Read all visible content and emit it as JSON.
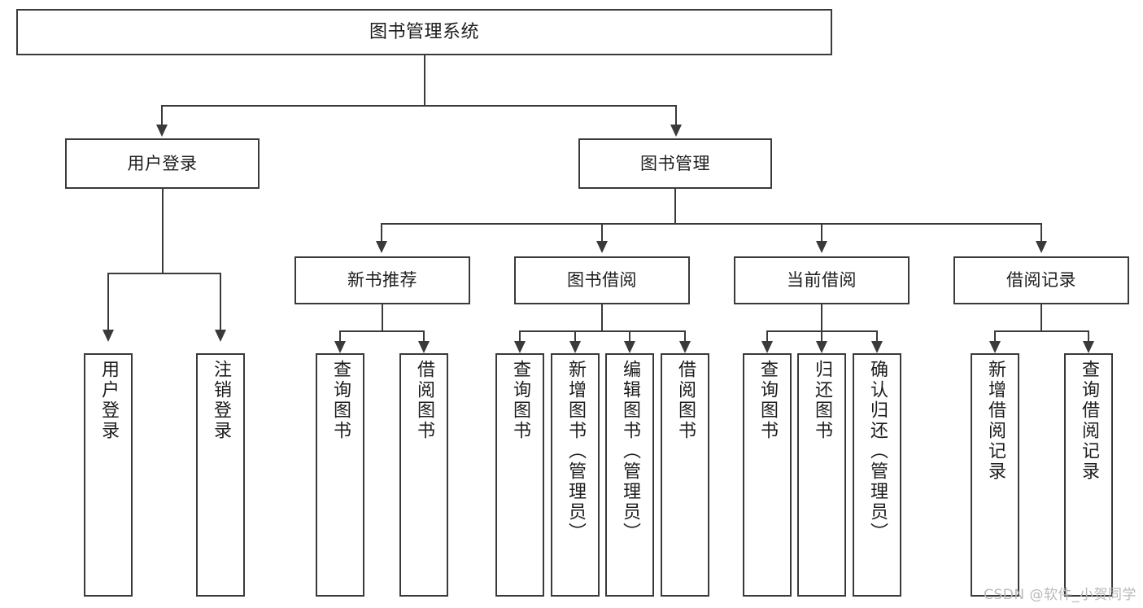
{
  "diagram": {
    "title": "图书管理系统",
    "type": "tree-hierarchy-diagram",
    "root": {
      "id": "root",
      "label": "图书管理系统"
    },
    "level1": [
      {
        "id": "user-login",
        "label": "用户登录"
      },
      {
        "id": "book-management",
        "label": "图书管理"
      }
    ],
    "level2": [
      {
        "id": "new-book-recommend",
        "label": "新书推荐",
        "parent": "book-management"
      },
      {
        "id": "book-borrow",
        "label": "图书借阅",
        "parent": "book-management"
      },
      {
        "id": "current-borrow",
        "label": "当前借阅",
        "parent": "book-management"
      },
      {
        "id": "borrow-record",
        "label": "借阅记录",
        "parent": "book-management"
      }
    ],
    "leaves": [
      {
        "id": "leaf-user-login",
        "label": "用户登录",
        "parent": "user-login"
      },
      {
        "id": "leaf-logout-login",
        "label": "注销登录",
        "parent": "user-login"
      },
      {
        "id": "leaf-query-book-1",
        "label": "查询图书",
        "parent": "new-book-recommend"
      },
      {
        "id": "leaf-borrow-book-1",
        "label": "借阅图书",
        "parent": "new-book-recommend"
      },
      {
        "id": "leaf-query-book-2",
        "label": "查询图书",
        "parent": "book-borrow"
      },
      {
        "id": "leaf-add-book",
        "label": "新增图书（管理员）",
        "parent": "book-borrow"
      },
      {
        "id": "leaf-edit-book",
        "label": "编辑图书（管理员）",
        "parent": "book-borrow"
      },
      {
        "id": "leaf-borrow-book-2",
        "label": "借阅图书",
        "parent": "book-borrow"
      },
      {
        "id": "leaf-query-book-3",
        "label": "查询图书",
        "parent": "current-borrow"
      },
      {
        "id": "leaf-return-book",
        "label": "归还图书",
        "parent": "current-borrow"
      },
      {
        "id": "leaf-confirm-return",
        "label": "确认归还（管理员）",
        "parent": "current-borrow"
      },
      {
        "id": "leaf-add-record",
        "label": "新增借阅记录",
        "parent": "borrow-record"
      },
      {
        "id": "leaf-query-record",
        "label": "查询借阅记录",
        "parent": "borrow-record"
      }
    ],
    "colors": {
      "stroke": "#3a3a3a",
      "fill": "#ffffff",
      "text": "#1d1d1d",
      "watermark": "#b9b9b9"
    }
  },
  "watermark": {
    "text": "CSDN @软件_小贺同学"
  }
}
